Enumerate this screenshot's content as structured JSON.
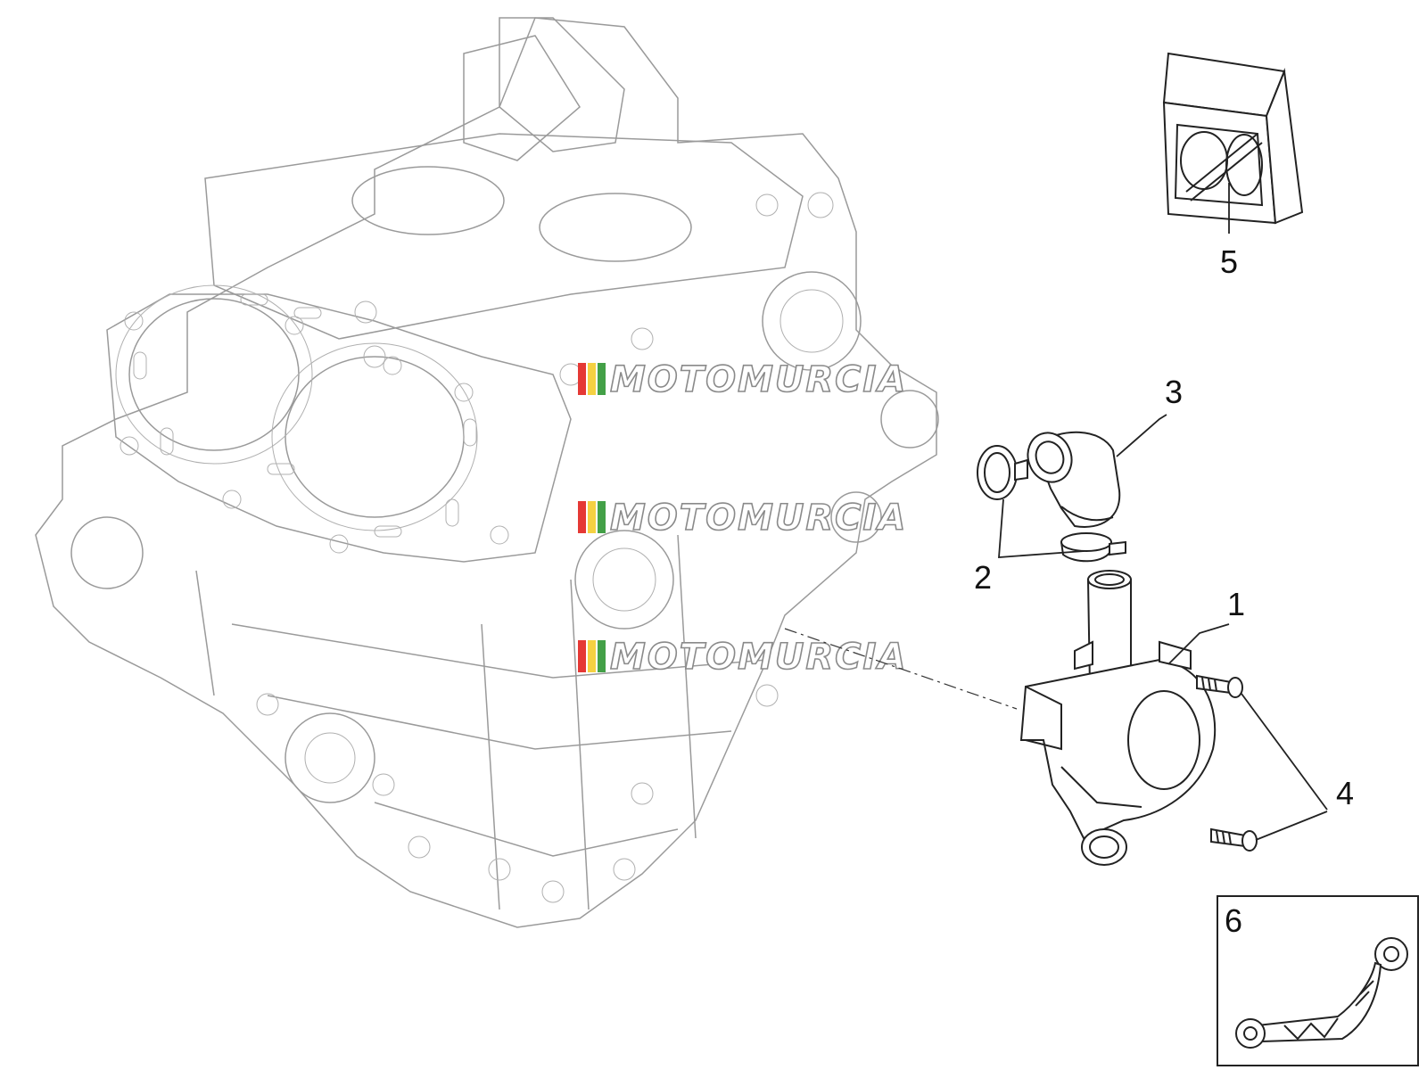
{
  "callouts": [
    {
      "id": "1",
      "label": "1"
    },
    {
      "id": "2",
      "label": "2"
    },
    {
      "id": "3",
      "label": "3"
    },
    {
      "id": "4",
      "label": "4"
    },
    {
      "id": "5",
      "label": "5"
    },
    {
      "id": "6",
      "label": "6"
    }
  ],
  "watermark": {
    "text": "MOTOMURCIA",
    "stripe_colors": [
      "#e53935",
      "#f5d142",
      "#43a047"
    ]
  },
  "colors": {
    "engine_outline": "#9a9a9a",
    "part_outline": "#222222",
    "label": "#111111"
  }
}
